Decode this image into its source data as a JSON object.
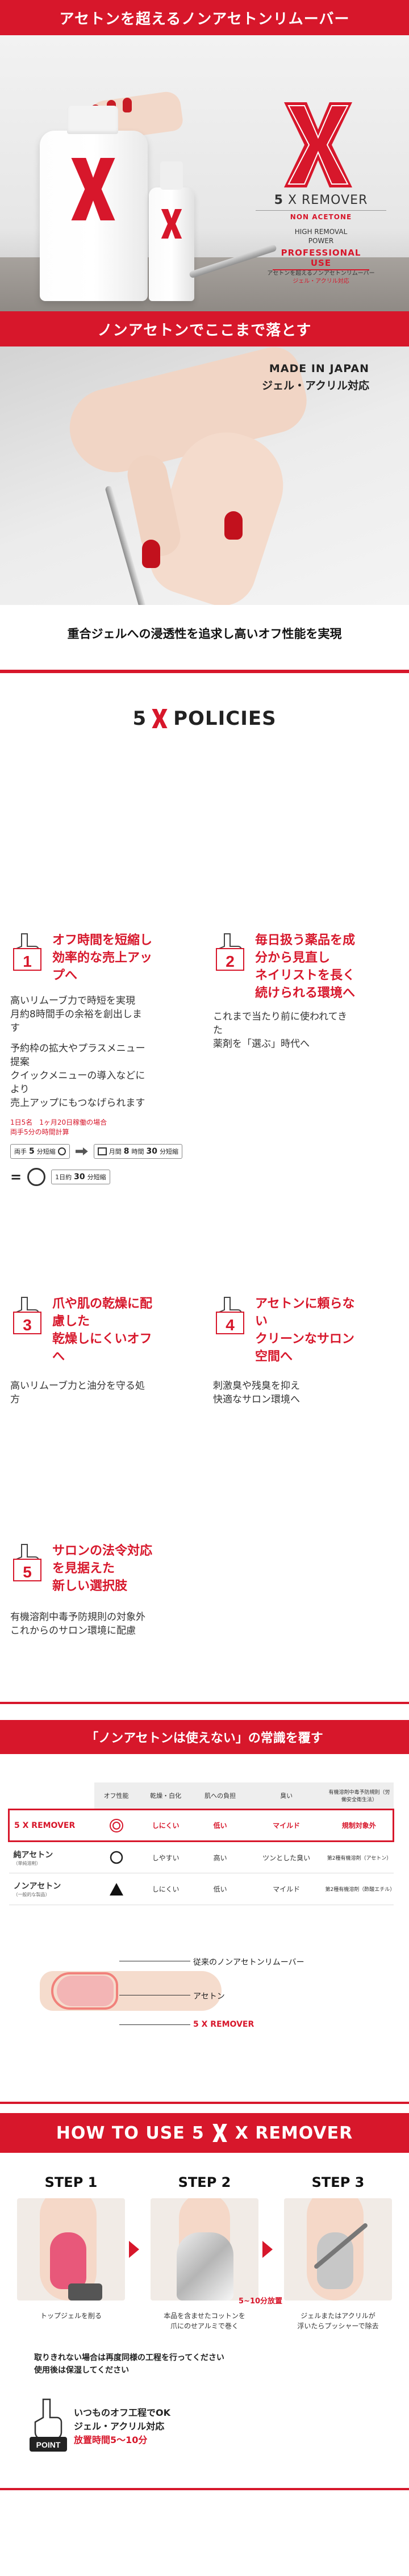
{
  "top_banner": "アセトンを超えるノンアセトンリムーバー",
  "hero": {
    "brand_five": "5",
    "brand_name": "X REMOVER",
    "non_acetone": "NON ACETONE",
    "power_line1": "HIGH REMOVAL",
    "power_line2": "POWER",
    "professional": "PROFESSIONAL USE",
    "desc1": "アセトンを超えるノンアセトンリムーバー",
    "desc2": "ジェル・アクリル対応"
  },
  "section2": {
    "band": "ノンアセトンでここまで落とす",
    "made_in": "MADE IN JAPAN",
    "gel_acrylic": "ジェル・アクリル対応",
    "caption": "重合ジェルへの浸透性を追求し高いオフ性能を実現"
  },
  "policies": {
    "five": "5",
    "title": "POLICIES",
    "items": [
      {
        "number": "1",
        "head": [
          "オフ時間を短縮し",
          "効率的な売上アッ",
          "プへ"
        ],
        "body": [
          "高いリムーブ力で時短を実現",
          "月約8時間手の余裕を創出しま",
          "す",
          "",
          "予約枠の拡大やプラスメニュー",
          "提案",
          "クイックメニューの導入などに",
          "より",
          "売上アップにもつなげられます"
        ]
      },
      {
        "number": "2",
        "head": [
          "毎日扱う薬品を成",
          "分から見直し",
          "ネイリストを長く",
          "続けられる環境へ"
        ],
        "body": [
          "これまで当たり前に使われてき",
          "た",
          "薬剤を「選ぶ」時代へ"
        ]
      },
      {
        "number": "3",
        "head": [
          "爪や肌の乾燥に配",
          "慮した",
          "乾燥しにくいオフ",
          "へ"
        ],
        "body": [
          "高いリムーブ力と油分を守る処",
          "方"
        ]
      },
      {
        "number": "4",
        "head": [
          "アセトンに頼らな",
          "い",
          "クリーンなサロン",
          "空間へ"
        ],
        "body": [
          "刺激臭や残臭を抑え",
          "快適なサロン環境へ"
        ]
      },
      {
        "number": "5",
        "head": [
          "サロンの法令対応",
          "を見据えた",
          "新しい選択肢"
        ],
        "body": [
          "有機溶剤中毒予防規則の対象外",
          "これからのサロン環境に配慮"
        ]
      }
    ],
    "calc": {
      "note1": "1日5名　1ヶ月20日稼働の場合",
      "note2": "両手5分の時間計算",
      "box1_a": "両手",
      "box1_b": "5",
      "box1_c": "分短縮",
      "box2_a": "月間",
      "box2_b": "8",
      "box2_c": "時間",
      "box2_d": "30",
      "box2_e": "分短縮",
      "eq": "=",
      "box3_a": "1日約",
      "box3_b": "30",
      "box3_c": "分短縮"
    }
  },
  "compare": {
    "band": "「ノンアセトンは使えない」の常識を覆す",
    "columns": [
      "オフ性能",
      "乾燥・白化",
      "肌への負担",
      "臭い",
      "有機溶剤中毒予防規則（労働安全衛生法）"
    ],
    "rows": [
      {
        "name": "5 X REMOVER",
        "sub": "",
        "symbol": "double-circle",
        "dry": "しにくい",
        "skin": "低い",
        "smell": "マイルド",
        "law": "規制対象外",
        "featured": true
      },
      {
        "name": "純アセトン",
        "sub": "（単純溶剤）",
        "symbol": "circle",
        "dry": "しやすい",
        "skin": "高い",
        "smell": "ツンとした臭い",
        "law": "第2種有機溶剤（アセトン）",
        "featured": false
      },
      {
        "name": "ノンアセトン",
        "sub": "（一般的な製品）",
        "symbol": "triangle",
        "dry": "しにくい",
        "skin": "低い",
        "smell": "マイルド",
        "law": "第2種有機溶剤（酢酸エチル）",
        "featured": false
      }
    ],
    "demo_labels": [
      "従来のノンアセトンリムーバー",
      "アセトン",
      "5 X REMOVER"
    ]
  },
  "howto": {
    "title_pre": "HOW TO USE",
    "five": "5",
    "title_post": "X REMOVER",
    "steps": [
      {
        "title": "STEP 1",
        "desc": [
          "トップジェルを削る"
        ]
      },
      {
        "title": "STEP 2",
        "desc": [
          "本品を含ませたコットンを",
          "爪にのせアルミで巻く"
        ]
      },
      {
        "title": "STEP 3",
        "desc": [
          "ジェルまたはアクリルが",
          "浮いたらプッシャーで除去"
        ]
      }
    ],
    "time": "5~10分放置",
    "care": [
      "取りきれない場合は再度同様の工程を行ってください",
      "使用後は保湿してください"
    ],
    "point_label": "POINT",
    "point_lines": [
      "いつものオフ工程でOK",
      "ジェル・アクリル対応"
    ],
    "point_time": "放置時間5～10分"
  },
  "colors": {
    "accent": "#d7172b"
  }
}
